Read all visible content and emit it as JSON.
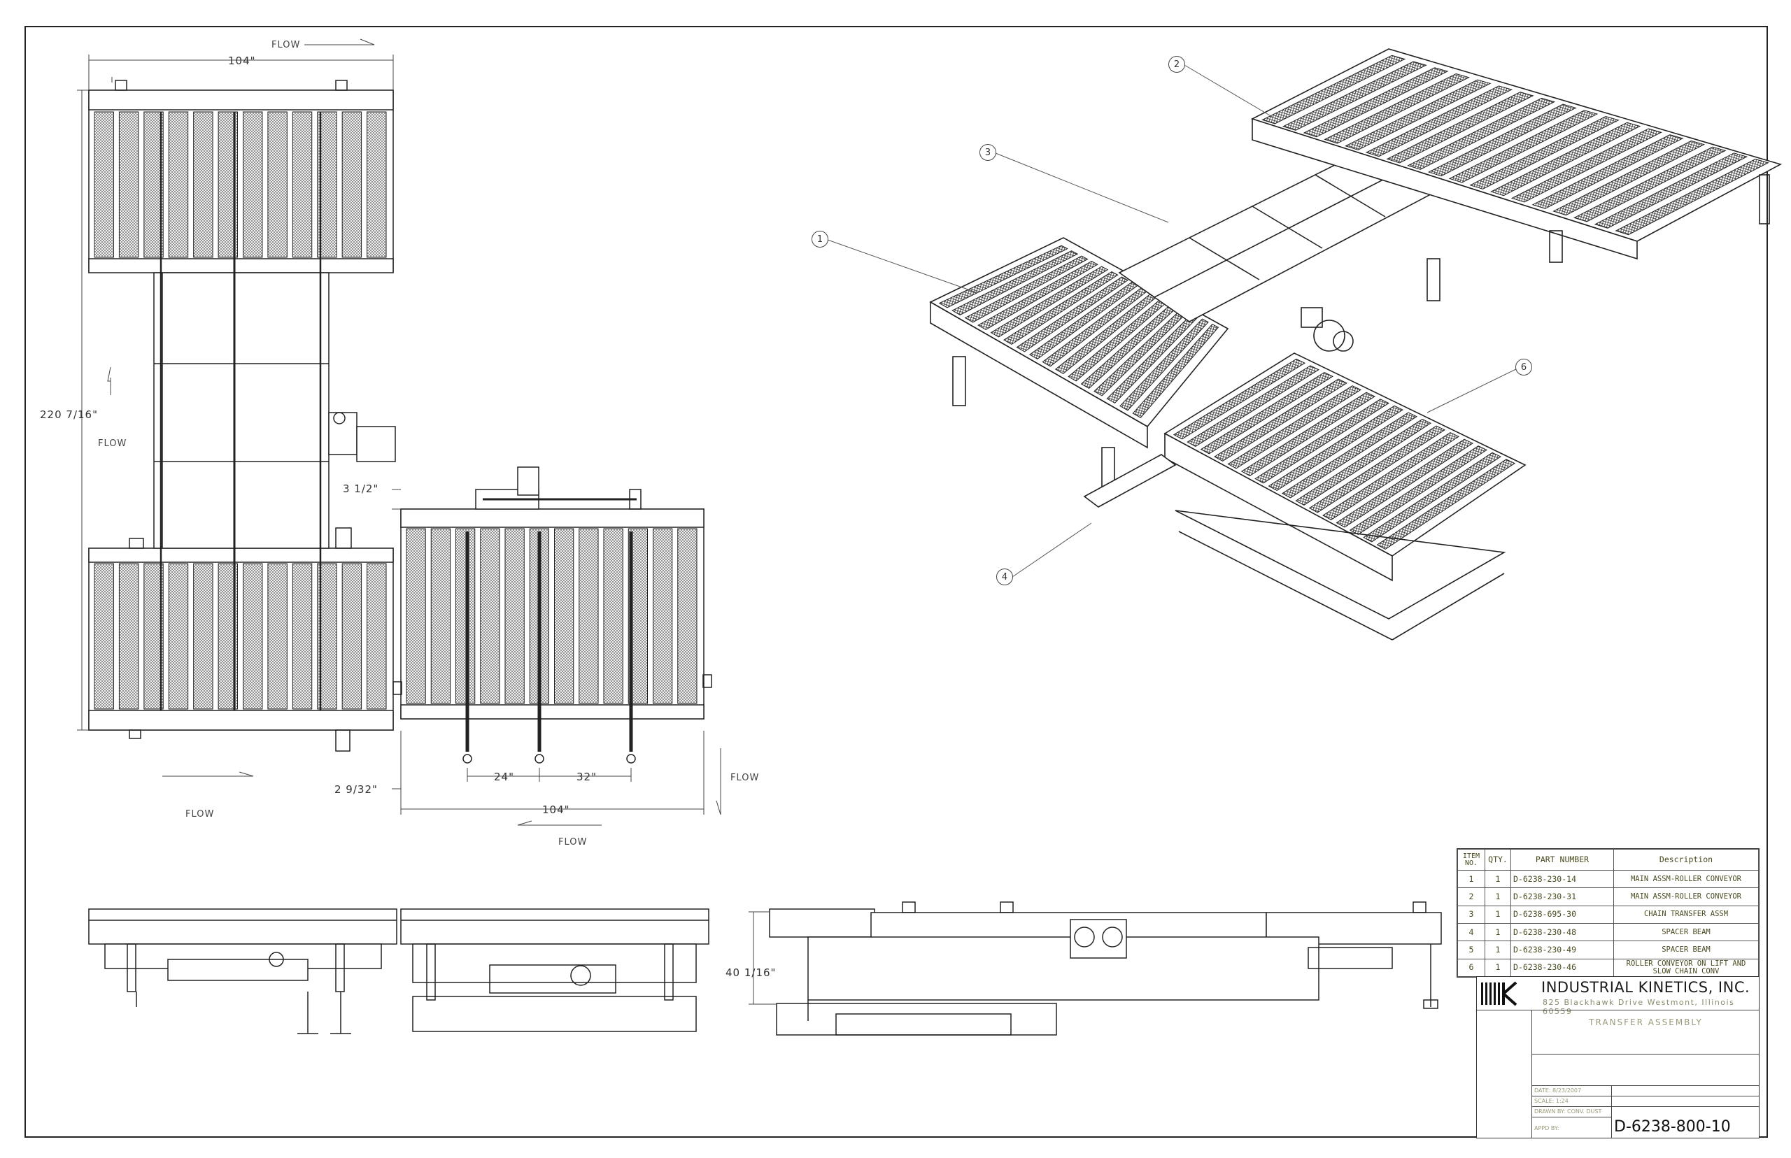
{
  "drawing": {
    "flow_label": "FLOW",
    "dims": {
      "top_width": "104\"",
      "length": "220 7/16\"",
      "offset_top": "3 1/2\"",
      "offset_bottom": "2 9/32\"",
      "spacing_a": "24\"",
      "spacing_b": "32\"",
      "side_width": "104\"",
      "height": "40 1/16\""
    },
    "balloons": [
      "1",
      "2",
      "3",
      "4",
      "6"
    ]
  },
  "bom": {
    "headers": [
      "ITEM NO.",
      "QTY.",
      "PART NUMBER",
      "Description"
    ],
    "rows": [
      {
        "item": "1",
        "qty": "1",
        "part": "D-6238-230-14",
        "desc": "MAIN ASSM-ROLLER CONVEYOR"
      },
      {
        "item": "2",
        "qty": "1",
        "part": "D-6238-230-31",
        "desc": "MAIN ASSM-ROLLER CONVEYOR"
      },
      {
        "item": "3",
        "qty": "1",
        "part": "D-6238-695-30",
        "desc": "CHAIN TRANSFER ASSM"
      },
      {
        "item": "4",
        "qty": "1",
        "part": "D-6238-230-48",
        "desc": "SPACER BEAM"
      },
      {
        "item": "5",
        "qty": "1",
        "part": "D-6238-230-49",
        "desc": "SPACER BEAM"
      },
      {
        "item": "6",
        "qty": "1",
        "part": "D-6238-230-46",
        "desc": "ROLLER CONVEYOR ON LIFT AND SLOW CHAIN CONV"
      }
    ]
  },
  "title_block": {
    "company": "INDUSTRIAL KINETICS, INC.",
    "address": "825 Blackhawk Drive  Westmont, Illinois  60559",
    "title": "TRANSFER ASSEMBLY",
    "date": "DATE: 8/23/2007",
    "scale": "SCALE: 1:24",
    "drawn_by": "DRAWN BY: CONV. DUST",
    "appd_by": "APPD BY:",
    "drawing_number": "D-6238-800-10"
  }
}
